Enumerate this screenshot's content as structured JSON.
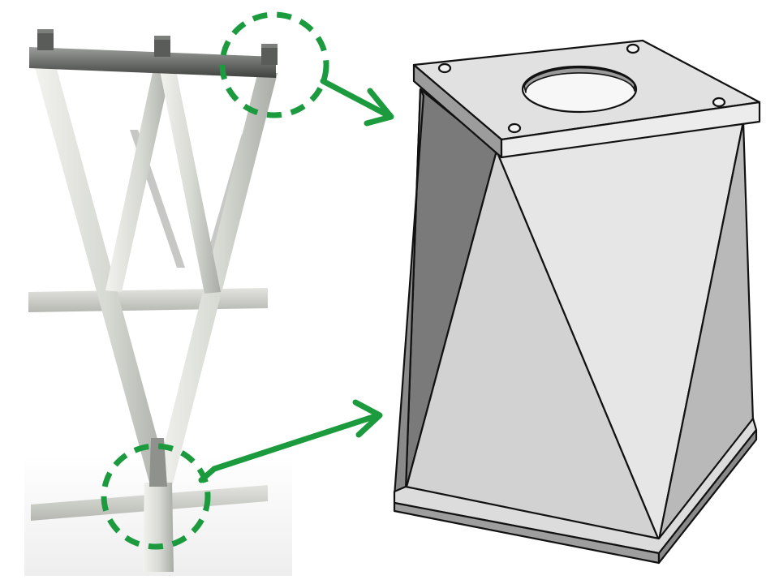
{
  "colors": {
    "highlight": "#1b9a3e",
    "steel_light": "#d9dbd6",
    "steel_mid": "#bfc1bb",
    "steel_dark": "#5c5e5c",
    "node_light": "#e6e6e6",
    "node_mid": "#c8c8c8",
    "node_dark": "#7a7a7a",
    "outline": "#111111"
  },
  "components": {
    "left": "truss-tower-render",
    "right": "transition-node-detail"
  },
  "callouts": [
    {
      "id": "top-joint",
      "style": "dashed-circle",
      "points_to": "top-flange-plate"
    },
    {
      "id": "bottom-joint",
      "style": "dashed-circle",
      "points_to": "base-flange-plate"
    }
  ]
}
